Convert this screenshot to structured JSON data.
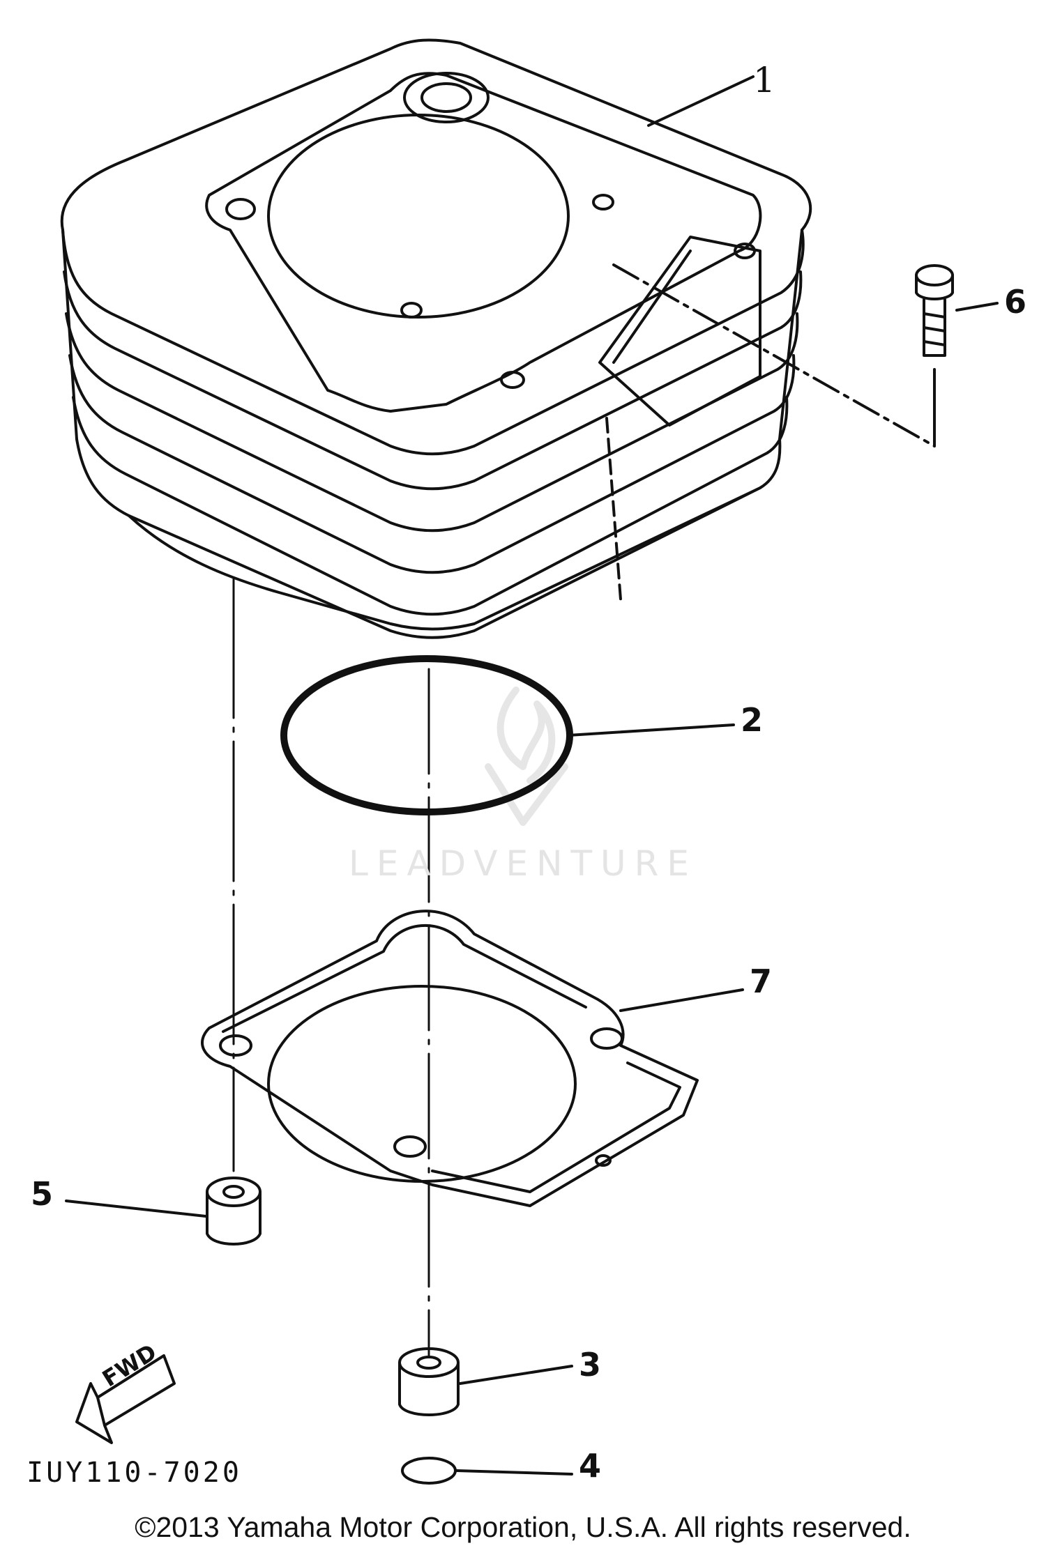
{
  "diagram": {
    "callouts": {
      "c1": "1",
      "c2": "2",
      "c3": "3",
      "c4": "4",
      "c5": "5",
      "c6": "6",
      "c7": "7"
    },
    "fwd_label": "FWD",
    "diagram_code": "IUY110-7020",
    "watermark": "LEADVENTURE",
    "copyright": "©2013 Yamaha Motor Corporation, U.S.A. All rights reserved."
  },
  "colors": {
    "line": "#111111",
    "watermark": "#e4e4e4",
    "background": "#ffffff"
  }
}
